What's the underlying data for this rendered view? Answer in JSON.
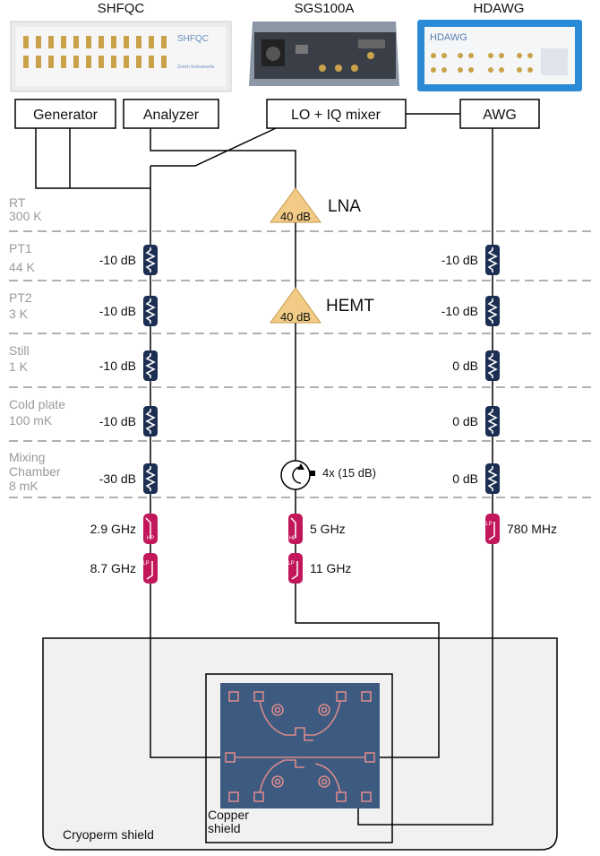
{
  "instruments": {
    "shfqc": "SHFQC",
    "sgs": "SGS100A",
    "hdawg": "HDAWG",
    "shfqc_front": "SHFQC",
    "hdawg_front": "HDAWG",
    "brand": "Zurich Instruments"
  },
  "boxes": {
    "generator": "Generator",
    "analyzer": "Analyzer",
    "lo": "LO + IQ mixer",
    "awg": "AWG"
  },
  "stages": [
    {
      "name": "RT",
      "temp": "300 K"
    },
    {
      "name": "PT1",
      "temp": "44 K"
    },
    {
      "name": "PT2",
      "temp": "3 K"
    },
    {
      "name": "Still",
      "temp": "1 K"
    },
    {
      "name": "Cold plate",
      "temp": "100 mK"
    },
    {
      "name": "Mixing",
      "name2": "Chamber",
      "temp": "8 mK"
    }
  ],
  "left_attenuators": [
    "-10 dB",
    "-10 dB",
    "-10 dB",
    "-10 dB",
    "-30 dB"
  ],
  "right_attenuators": [
    "-10 dB",
    "-10 dB",
    "0 dB",
    "0 dB",
    "0 dB"
  ],
  "amplifiers": {
    "lna": "LNA",
    "lna_gain": "40 dB",
    "hemt": "HEMT",
    "hemt_gain": "40 dB"
  },
  "circulator": "4x (15 dB)",
  "filters": {
    "left_hp": "2.9 GHz",
    "left_lp": "8.7 GHz",
    "mid_hp": "5 GHz",
    "mid_lp": "11 GHz",
    "right_lp": "780  MHz",
    "hp_tag": "HP",
    "lp_tag": "LP"
  },
  "shields": {
    "cryoperm": "Cryoperm shield",
    "copper1": "Copper",
    "copper2": "shield"
  },
  "colors": {
    "attenuator": "#1c2e52",
    "filter": "#c2185b",
    "amplifier": "#f2cc86",
    "chip": "#3d5a80",
    "chip_pads": "#d98a8a",
    "shield_bg": "#f1f1f1",
    "dashed": "#b0b0b0"
  }
}
